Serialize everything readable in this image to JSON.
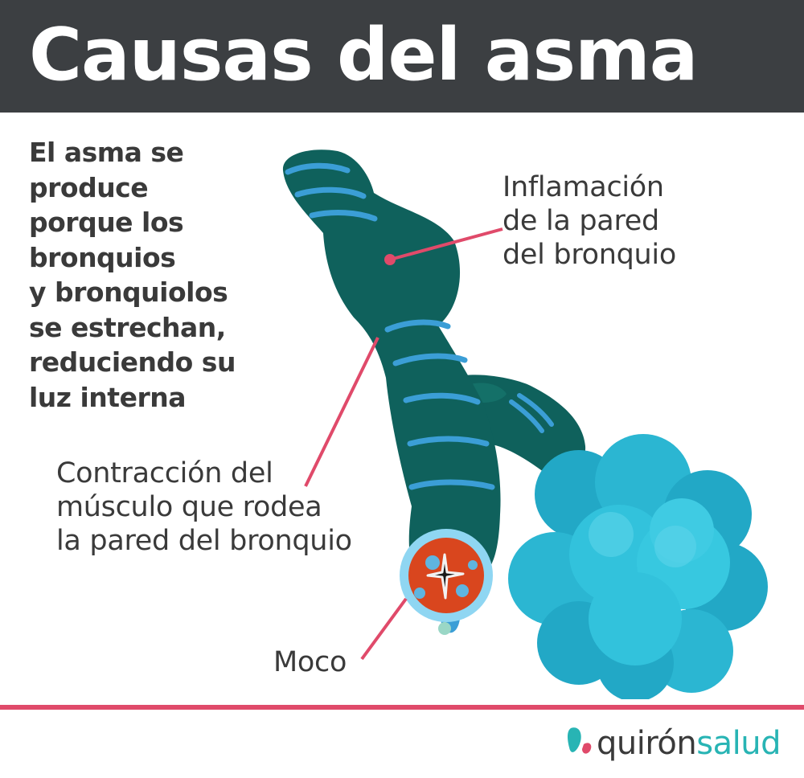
{
  "title": "Causas del asma",
  "intro_lines": [
    "El asma se",
    "produce",
    "porque los",
    "bronquios",
    "y bronquiolos",
    "se estrechan,",
    "reduciendo su",
    "luz interna"
  ],
  "labels": {
    "inflammation": [
      "Inflamación",
      "de la pared",
      "del bronquio"
    ],
    "contraction": [
      "Contracción del",
      "músculo que rodea",
      "la pared del bronquio"
    ],
    "mucus": "Moco"
  },
  "logo": {
    "part1": "quirón",
    "part2": "salud"
  },
  "colors": {
    "header_bg": "#3c3f42",
    "bronchus": "#0f615c",
    "bronchus_ring": "#3b9ed6",
    "alveoli": "#32c2dc",
    "muscle": "#d9461e",
    "accent_line": "#e04a6a",
    "logo_teal": "#28b4b4"
  }
}
